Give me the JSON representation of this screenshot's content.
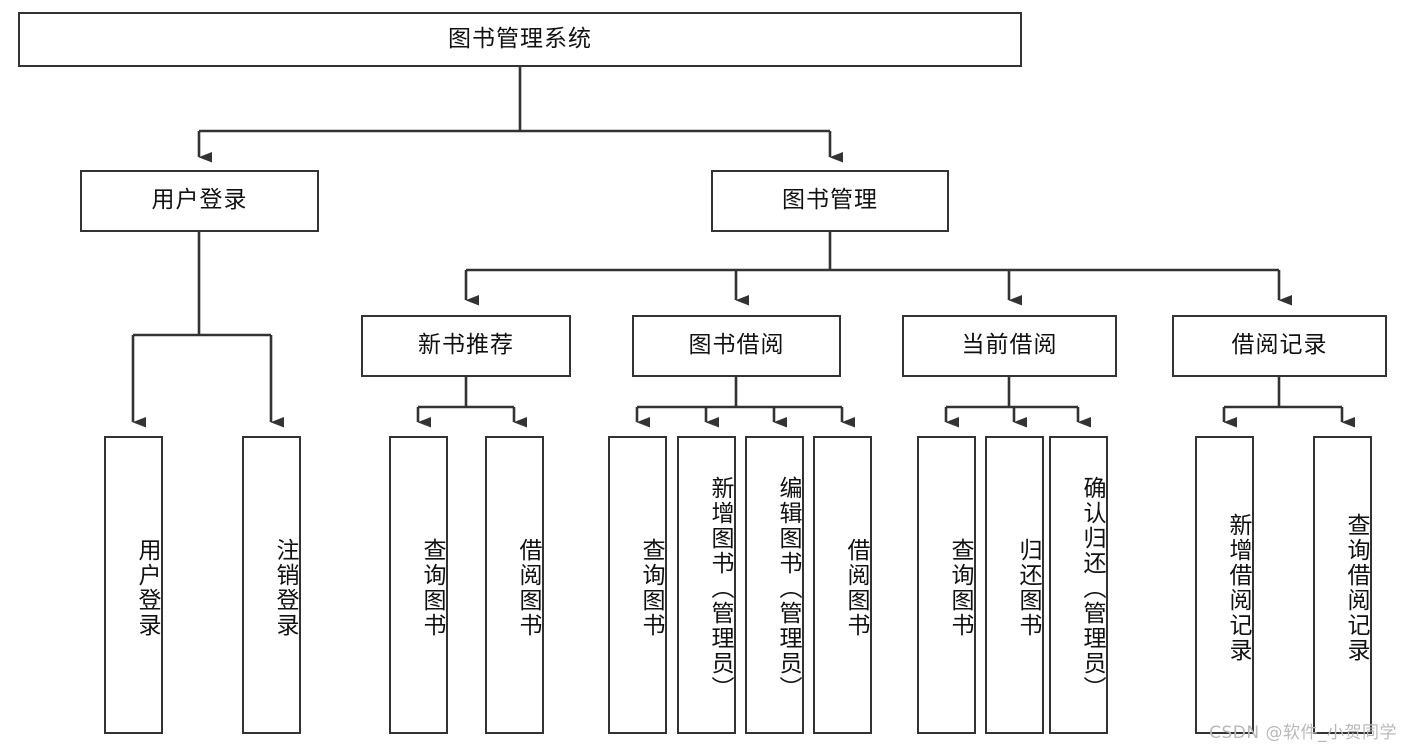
{
  "diagram": {
    "title": "图书管理系统",
    "type": "tree-hierarchy",
    "watermark": "CSDN @软件_小贺同学",
    "colors": {
      "background": "#ffffff",
      "border": "#333333",
      "text": "#111111",
      "watermark": "#b9b9b9"
    },
    "nodes": {
      "root": {
        "label": "图书管理系统"
      },
      "level2": [
        {
          "id": "user-login",
          "label": "用户登录"
        },
        {
          "id": "book-management",
          "label": "图书管理"
        }
      ],
      "level3": [
        {
          "id": "new-book-recommend",
          "label": "新书推荐"
        },
        {
          "id": "book-borrow",
          "label": "图书借阅"
        },
        {
          "id": "current-borrow",
          "label": "当前借阅"
        },
        {
          "id": "borrow-record",
          "label": "借阅记录"
        }
      ],
      "leaves": {
        "user_login": [
          {
            "id": "leaf-user-login",
            "label": "用户登录"
          },
          {
            "id": "leaf-logout-login",
            "label": "注销登录"
          }
        ],
        "new_book_recommend": [
          {
            "id": "leaf-query-book-1",
            "label": "查询图书"
          },
          {
            "id": "leaf-borrow-book-1",
            "label": "借阅图书"
          }
        ],
        "book_borrow": [
          {
            "id": "leaf-query-book-2",
            "label": "查询图书"
          },
          {
            "id": "leaf-add-book",
            "label": "新增图书（管理员）"
          },
          {
            "id": "leaf-edit-book",
            "label": "编辑图书（管理员）"
          },
          {
            "id": "leaf-borrow-book-2",
            "label": "借阅图书"
          }
        ],
        "current_borrow": [
          {
            "id": "leaf-query-book-3",
            "label": "查询图书"
          },
          {
            "id": "leaf-return-book",
            "label": "归还图书"
          },
          {
            "id": "leaf-confirm-return",
            "label": "确认归还（管理员）"
          }
        ],
        "borrow_record": [
          {
            "id": "leaf-add-borrow-record",
            "label": "新增借阅记录"
          },
          {
            "id": "leaf-query-borrow-record",
            "label": "查询借阅记录"
          }
        ]
      }
    }
  }
}
